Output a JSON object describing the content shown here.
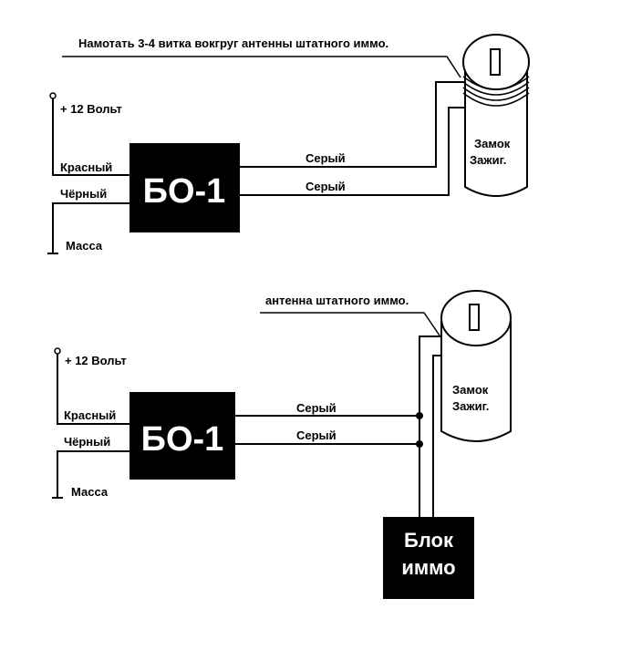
{
  "top": {
    "antenna_note": "Намотать 3-4 витка вокгруг антенны штатного иммо.",
    "plus12": "+ 12 Вольт",
    "red": "Красный",
    "black": "Чёрный",
    "ground": "Масса",
    "box": "БО-1",
    "gray1": "Серый",
    "gray2": "Серый",
    "lock_line1": "Замок",
    "lock_line2": "Зажиг."
  },
  "bottom": {
    "antenna_note": "антенна  штатного иммо.",
    "plus12": "+ 12 Вольт",
    "red": "Красный",
    "black": "Чёрный",
    "ground": "Масса",
    "box": "БО-1",
    "gray1": "Серый",
    "gray2": "Серый",
    "lock_line1": "Замок",
    "lock_line2": "Зажиг.",
    "immo_line1": "Блок",
    "immo_line2": "иммо"
  }
}
